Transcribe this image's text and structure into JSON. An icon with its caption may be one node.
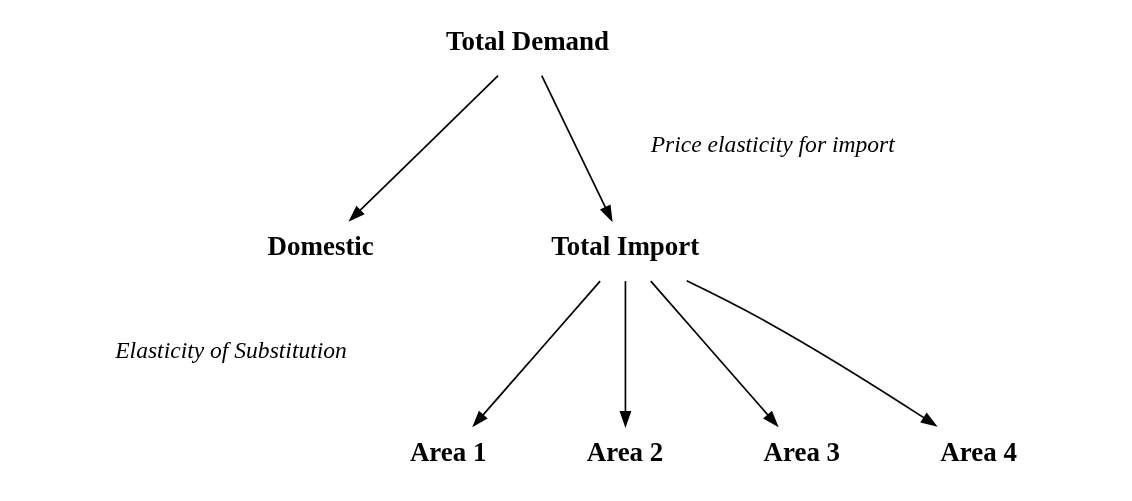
{
  "diagram": {
    "nodes": [
      {
        "text": [
          "Total Demand"
        ]
      },
      {
        "text": [
          "Domestic"
        ]
      },
      {
        "text": [
          "Total Import"
        ]
      },
      {
        "text": [
          "Area 1"
        ]
      },
      {
        "text": [
          "Area 2"
        ]
      },
      {
        "text": [
          "Area 3"
        ]
      },
      {
        "text": [
          "Area 4"
        ]
      }
    ],
    "edges": [
      {
        "from": 0,
        "to": 1,
        "arrow": "to"
      },
      {
        "from": 0,
        "to": 2,
        "arrow": "to"
      },
      {
        "from": 2,
        "to": 3,
        "arrow": "to"
      },
      {
        "from": 2,
        "to": 4,
        "arrow": "to"
      },
      {
        "from": 2,
        "to": 5,
        "arrow": "to"
      },
      {
        "from": 2,
        "to": 6,
        "arrow": "to"
      }
    ],
    "labels": [
      "Price elasticity for import",
      "Elasticity of Substitution"
    ]
  }
}
